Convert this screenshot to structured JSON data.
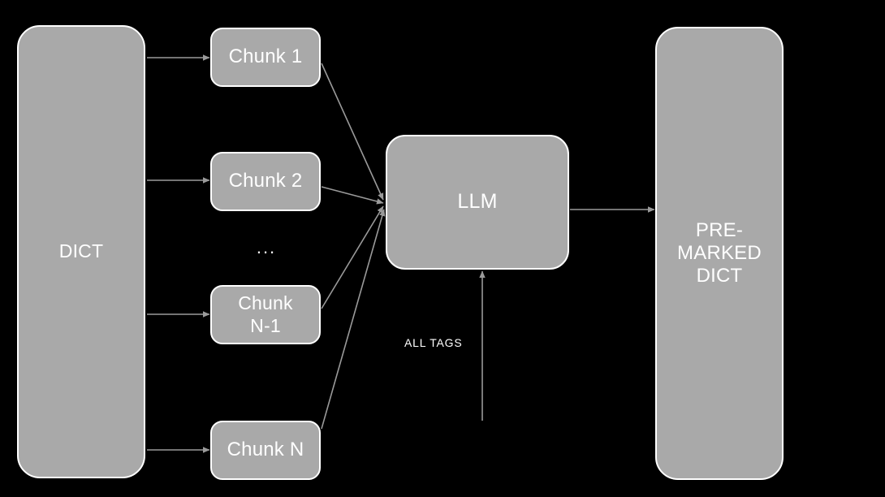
{
  "diagram": {
    "background_color": "#000000",
    "node_fill_color": "#a9a9a9",
    "node_border_color": "#ffffff",
    "text_color": "#ffffff",
    "edge_color": "#9a9a9a",
    "nodes": {
      "source_dict": {
        "label": "DICT"
      },
      "chunk_1": {
        "label": "Chunk 1"
      },
      "chunk_2": {
        "label": "Chunk 2"
      },
      "chunk_ellipsis": {
        "label": "..."
      },
      "chunk_n_minus_1": {
        "label": "Chunk\nN-1"
      },
      "chunk_n": {
        "label": "Chunk N"
      },
      "llm": {
        "label": "LLM"
      },
      "premarked_dict": {
        "label": "PRE-\nMARKED\nDICT"
      }
    },
    "edges": {
      "all_tags_label": "ALL TAGS"
    }
  }
}
